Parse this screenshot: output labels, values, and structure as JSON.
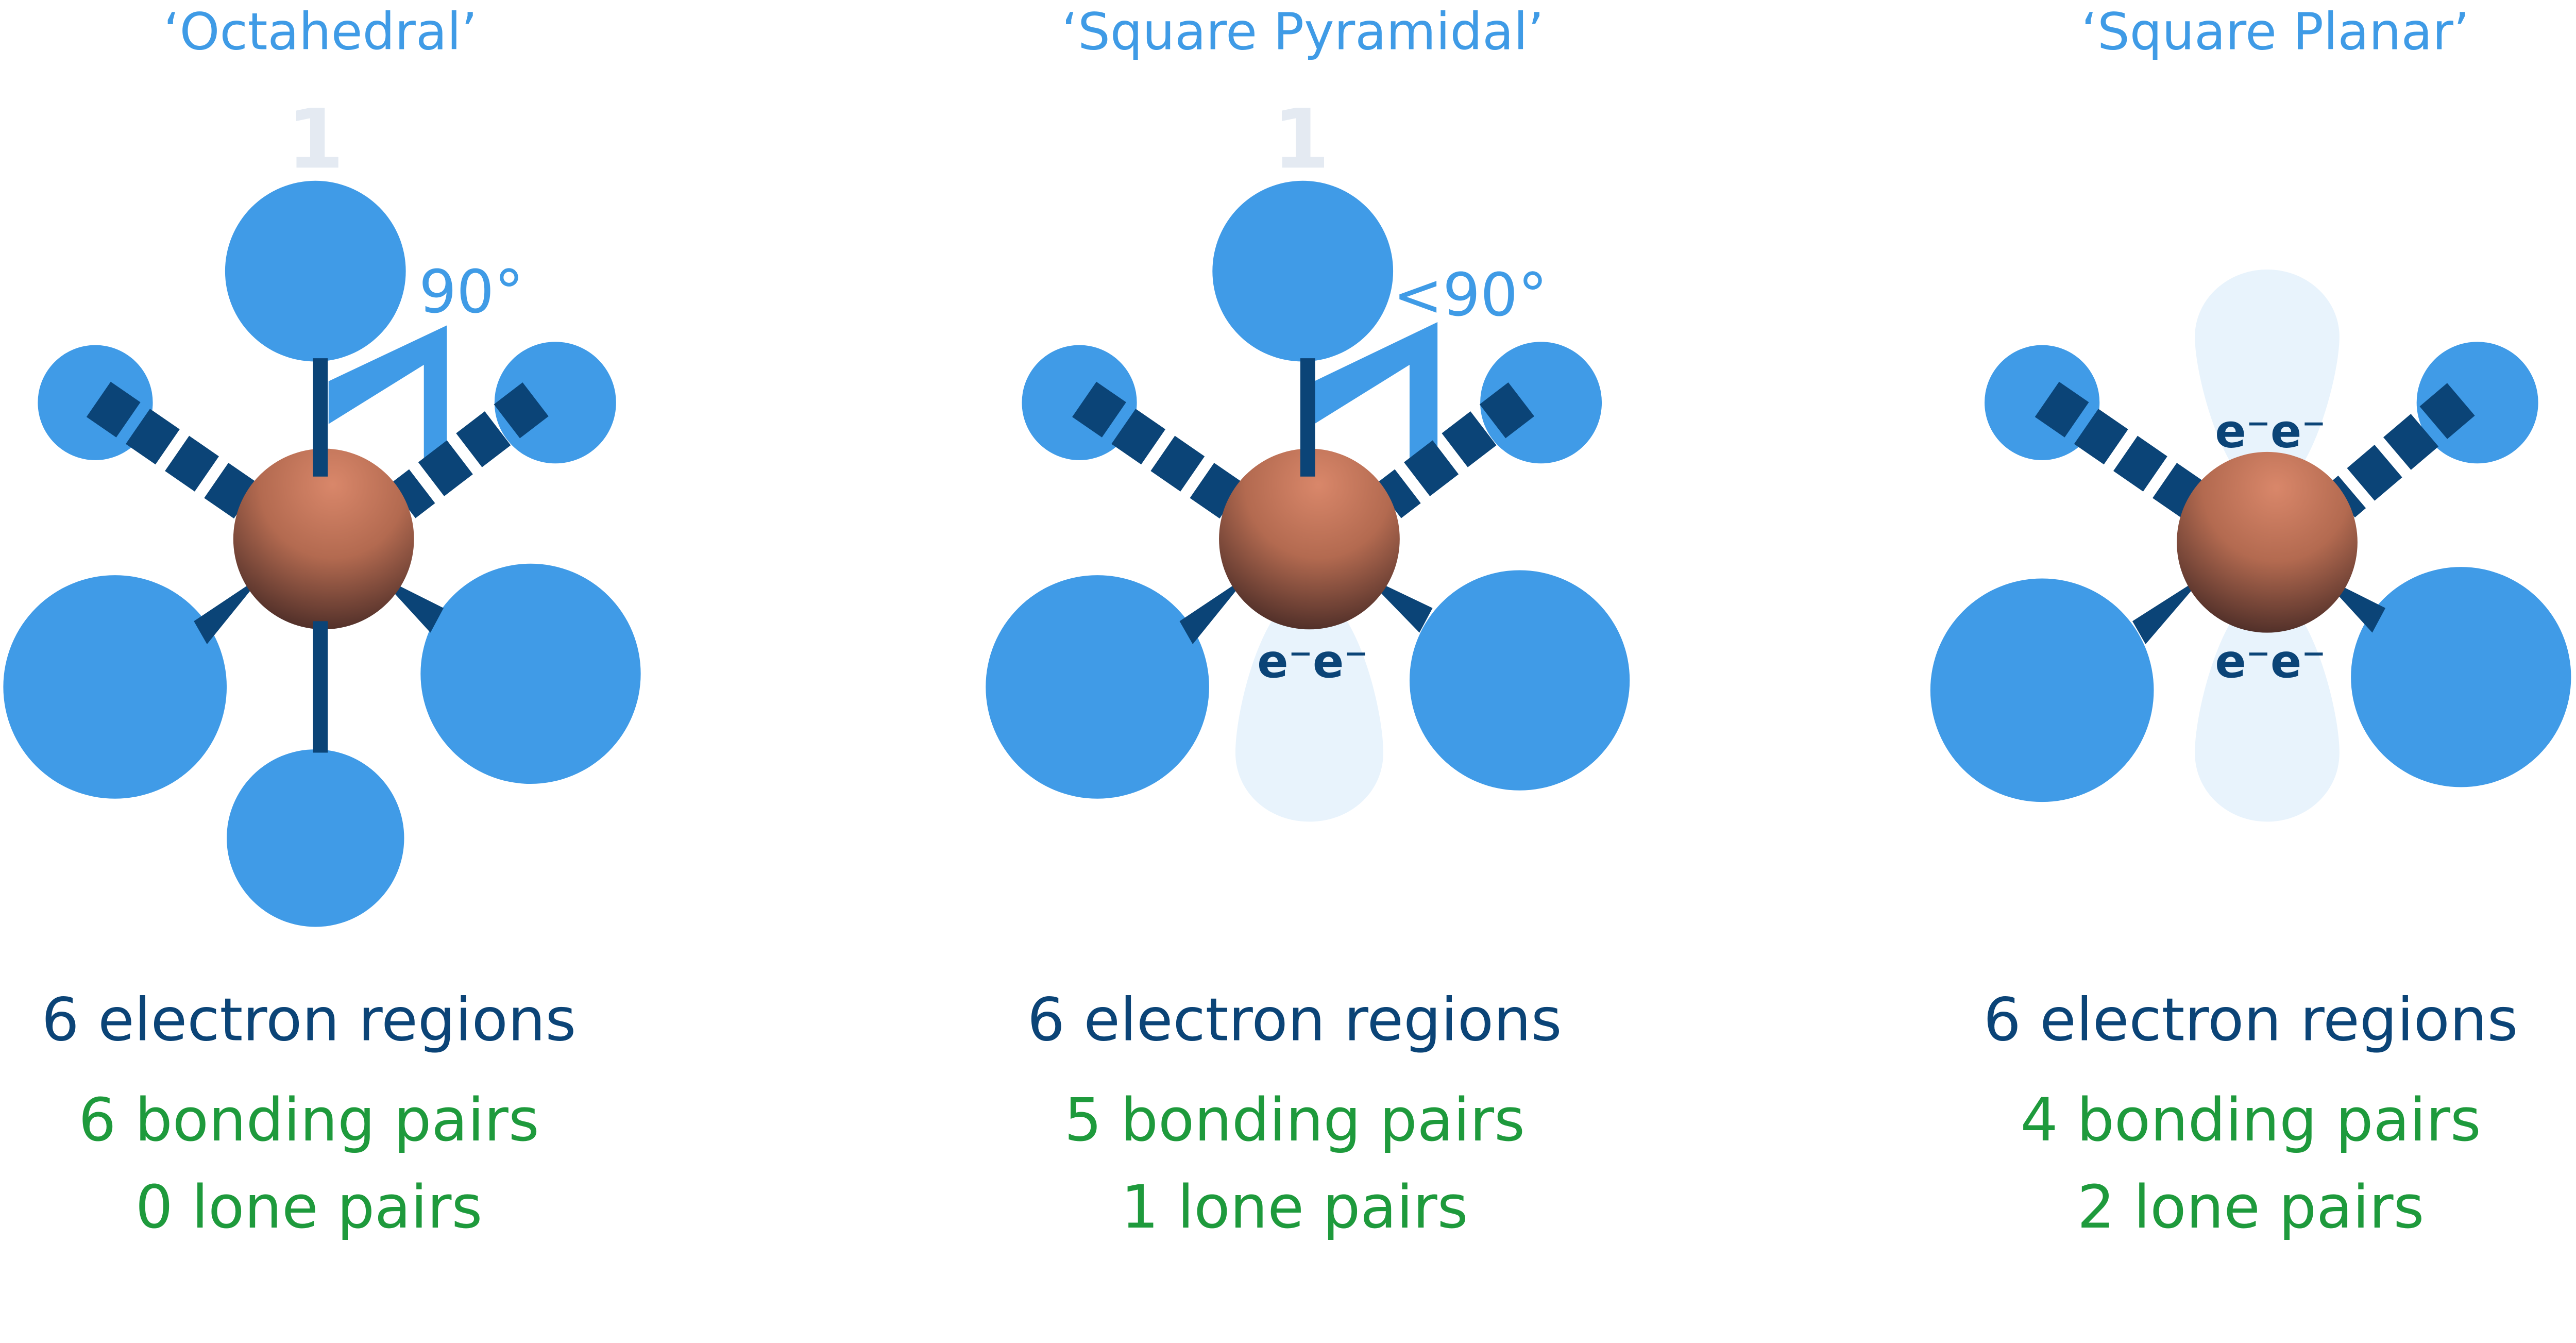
{
  "colors": {
    "atom": "#409be7",
    "central": "#c9735a",
    "bond": "#0b4477",
    "title": "#3f9be6",
    "green": "#1e9a3c",
    "lone_pair": "#e8f3fc"
  },
  "panels": [
    {
      "title": "‘Octahedral’",
      "ghost": "1",
      "angle": "90°",
      "regions": "6 electron regions",
      "bonding": "6 bonding pairs",
      "lone": "0 lone pairs"
    },
    {
      "title": "‘Square Pyramidal’",
      "ghost": "1",
      "angle": "<90°",
      "lone_label": "e⁻e⁻",
      "regions": "6 electron regions",
      "bonding": "5 bonding pairs",
      "lone": "1 lone pairs"
    },
    {
      "title": "‘Square Planar’",
      "lone_label_top": "e⁻e⁻",
      "lone_label_bottom": "e⁻e⁻",
      "regions": "6 electron regions",
      "bonding": "4 bonding pairs",
      "lone": "2 lone pairs"
    }
  ]
}
